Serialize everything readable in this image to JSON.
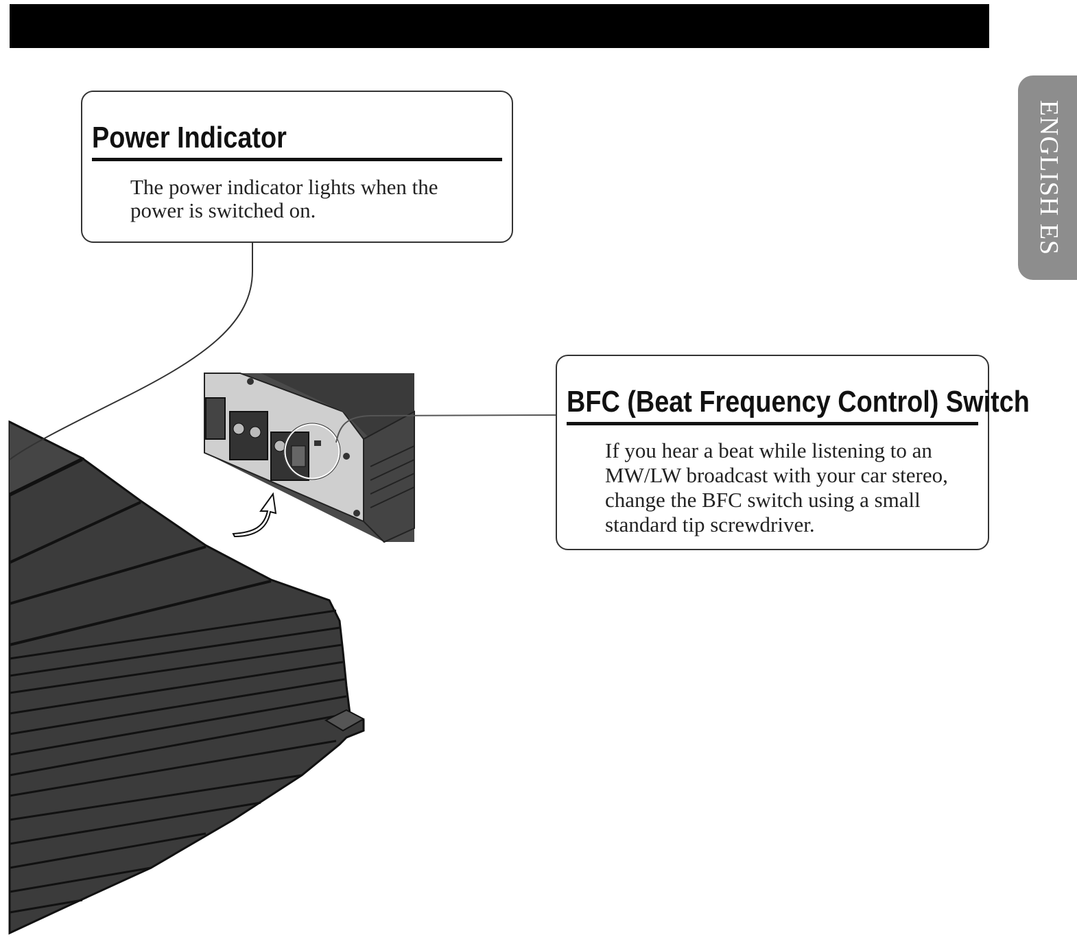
{
  "header": {
    "bar_color": "#000000"
  },
  "language_tab": {
    "label": "ENGLISH ES"
  },
  "callouts": {
    "power_indicator": {
      "title": "Power Indicator",
      "text": "The power indicator lights when the power is switched on."
    },
    "bfc_switch": {
      "title": "BFC (Beat Frequency Control) Switch",
      "text": "If you hear a beat while listening to an MW/LW broadcast with your car stereo, change the BFC switch using a small standard tip screwdriver."
    }
  }
}
